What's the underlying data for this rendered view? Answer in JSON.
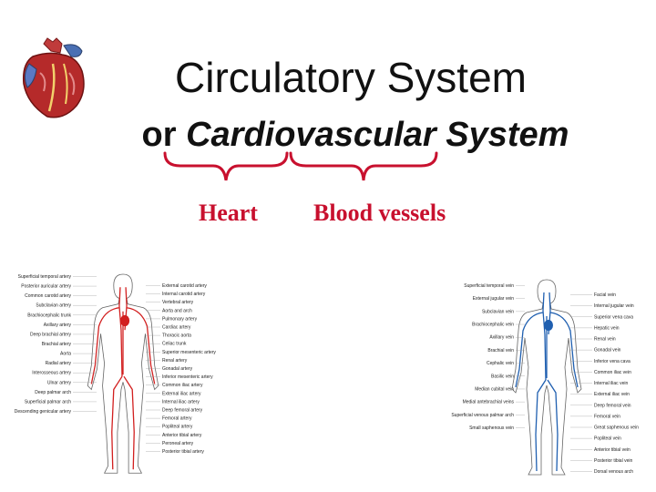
{
  "title": {
    "line1": "Circulatory System",
    "line2_prefix": "or ",
    "line2_emphasis": "Cardiovascular System"
  },
  "braces": {
    "left_label": "Heart",
    "right_label": "Blood vessels"
  },
  "colors": {
    "brace": "#c8102e",
    "artery": "#d21f1f",
    "vein": "#1f5fb0",
    "body_outline": "#666666"
  },
  "icons": {
    "heart": "anatomical-heart-icon"
  },
  "arterial_diagram": {
    "left_labels": [
      "Superficial temporal artery",
      "Posterior auricular artery",
      "Common carotid artery",
      "Subclavian artery",
      "Brachiocephalic trunk",
      "Axillary artery",
      "Deep brachial artery",
      "Brachial artery",
      "Aorta",
      "Radial artery",
      "Interosseous artery",
      "Ulnar artery",
      "Deep palmar arch",
      "Superficial palmar arch",
      "Descending genicular artery"
    ],
    "right_labels": [
      "External carotid artery",
      "Internal carotid artery",
      "Vertebral artery",
      "Aorta and arch",
      "Pulmonary artery",
      "Cardiac artery",
      "Thoracic aorta",
      "Celiac trunk",
      "Superior mesenteric artery",
      "Renal artery",
      "Gonadal artery",
      "Inferior mesenteric artery",
      "Common iliac artery",
      "External iliac artery",
      "Internal iliac artery",
      "Deep femoral artery",
      "Femoral artery",
      "Popliteal artery",
      "Anterior tibial artery",
      "Peroneal artery",
      "Posterior tibial artery"
    ]
  },
  "venous_diagram": {
    "left_labels": [
      "Superficial temporal vein",
      "External jugular vein",
      "Subclavian vein",
      "Brachiocephalic vein",
      "Axillary vein",
      "Brachial vein",
      "Cephalic vein",
      "Basilic vein",
      "Median cubital vein",
      "Medial antebrachial veins",
      "Superficial venous palmar arch",
      "Small saphenous vein"
    ],
    "right_labels": [
      "Facial vein",
      "Internal jugular vein",
      "Superior vena cava",
      "Hepatic vein",
      "Renal vein",
      "Gonadal vein",
      "Inferior vena cava",
      "Common iliac vein",
      "Internal iliac vein",
      "External iliac vein",
      "Deep femoral vein",
      "Femoral vein",
      "Great saphenous vein",
      "Popliteal vein",
      "Anterior tibial vein",
      "Posterior tibial vein",
      "Dorsal venous arch"
    ]
  }
}
